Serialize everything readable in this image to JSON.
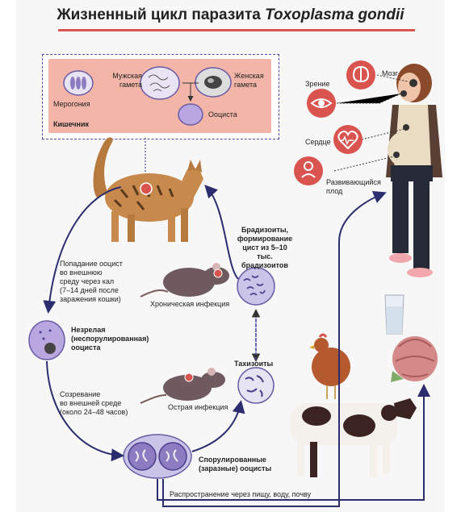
{
  "title": {
    "prefix": "Жизненный цикл паразита",
    "species": "Toxoplasma gondii"
  },
  "intestine": {
    "label": "Кишечник",
    "merogony": "Мерогония",
    "male_gamete_l1": "Мужская",
    "male_gamete_l2": "гамета",
    "female_gamete_l1": "Женская",
    "female_gamete_l2": "гамета",
    "oocyst": "Ооциста"
  },
  "human_organs": {
    "brain": "Мозг",
    "vision": "Зрение",
    "heart": "Сердце",
    "fetus_l1": "Развивающийся",
    "fetus_l2": "плод"
  },
  "stages": {
    "release_l1": "Попадание ооцист",
    "release_l2": "во внешнюю",
    "release_l3": "среду через кал",
    "release_l4": "(7–14 дней после",
    "release_l5": "заражения кошки)",
    "immature_l1": "Незрелая",
    "immature_l2": "(неспорулированная)",
    "immature_l3": "ооциста",
    "maturation_l1": "Созревание",
    "maturation_l2": "во внешней среде",
    "maturation_l3": "(около 24–48 часов)",
    "sporulated_l1": "Спорулированные",
    "sporulated_l2": "(заразные) ооцисты",
    "bradyzoites_l1": "Брадизоиты,",
    "bradyzoites_l2": "формирование",
    "bradyzoites_l3": "цист из 5–10 тыс.",
    "bradyzoites_l4": "брадизоитов",
    "chronic": "Хроническая инфекция",
    "tachyzoites": "Тахизоиты",
    "acute": "Острая инфекция",
    "spread": "Распространение через пищу, воду, почву"
  },
  "colors": {
    "accent_red": "#d9534f",
    "arrow_navy": "#2b2d6e",
    "gut_pink": "#f3b5a8",
    "cyst_purple": "#b9a7e0"
  }
}
